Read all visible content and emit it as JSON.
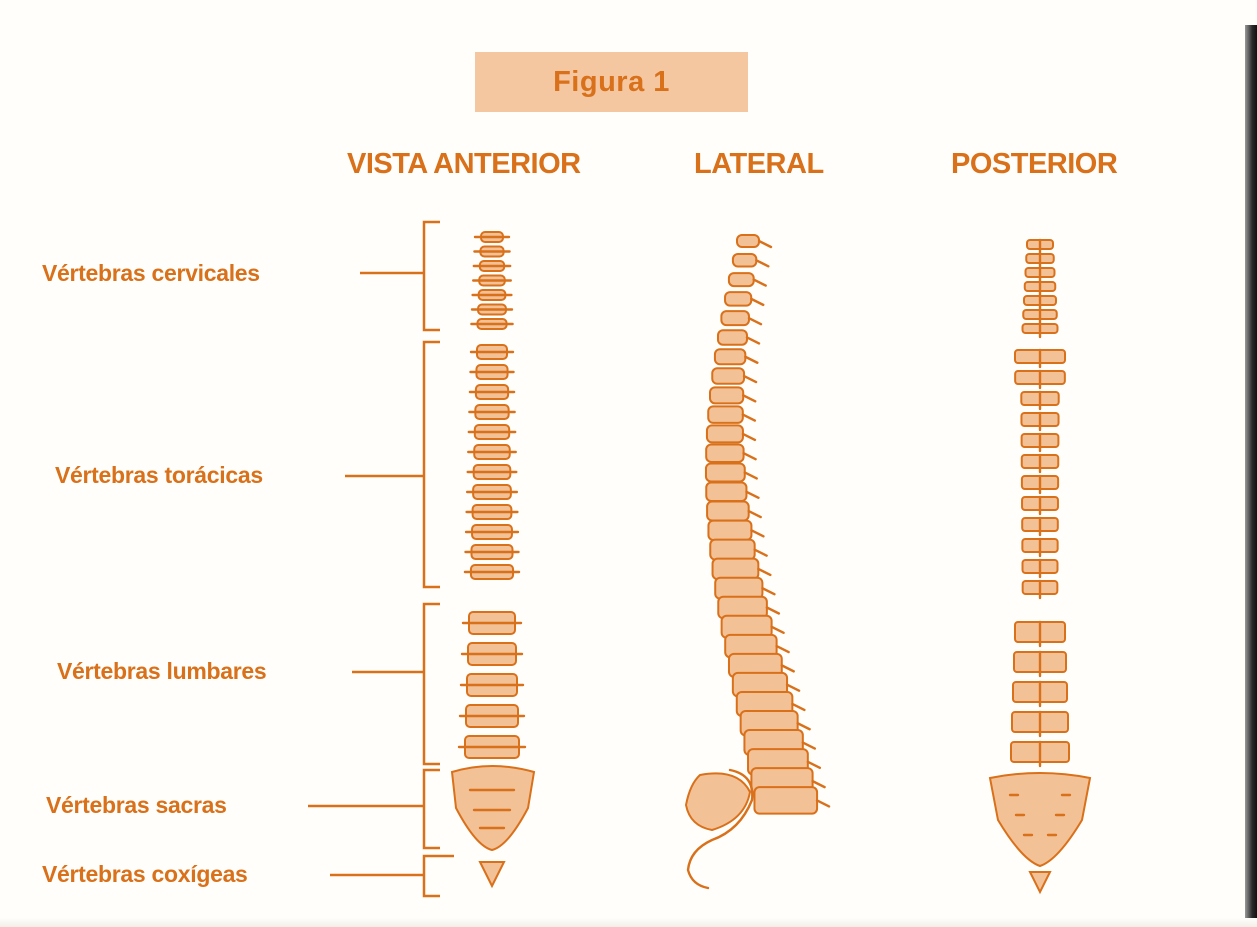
{
  "figure": {
    "title": "Figura 1"
  },
  "views": {
    "anterior": "VISTA ANTERIOR",
    "lateral": "LATERAL",
    "posterior": "POSTERIOR"
  },
  "regions": [
    {
      "label": "Vértebras cervicales"
    },
    {
      "label": "Vértebras torácicas"
    },
    {
      "label": "Vértebras lumbares"
    },
    {
      "label": "Vértebras sacras"
    },
    {
      "label": "Vértebras coxígeas"
    }
  ],
  "colors": {
    "accent": "#d9701a",
    "title_box": "#f5c7a0",
    "background": "#fffefb"
  }
}
